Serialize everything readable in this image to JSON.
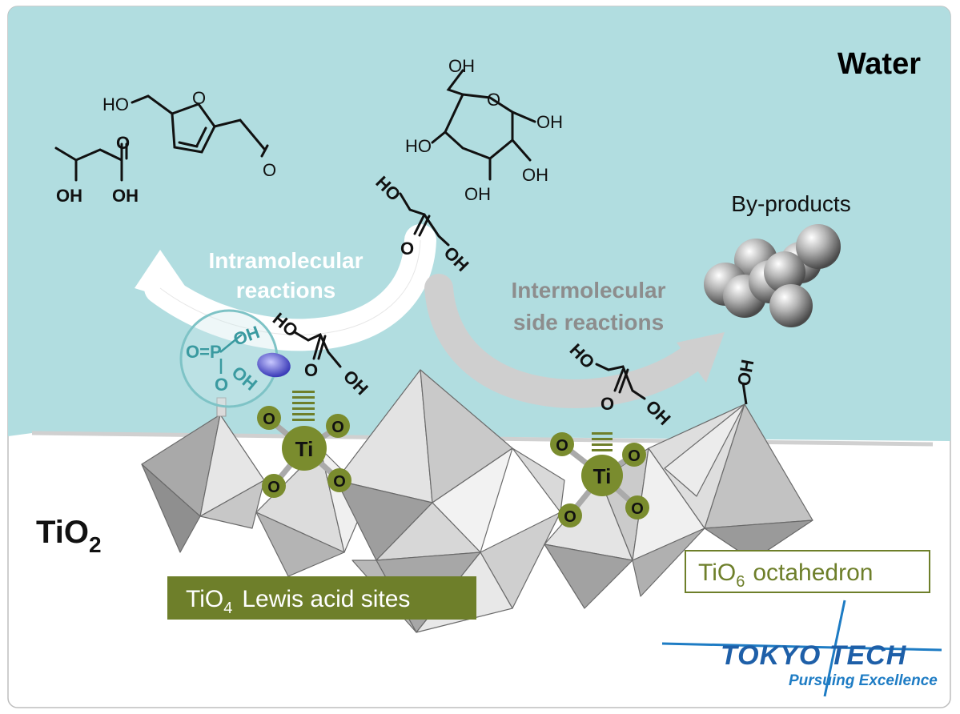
{
  "labels": {
    "water": "Water",
    "tio2_main": "TiO",
    "tio2_sub": "2",
    "byproducts": "By-products",
    "intra_line1": "Intramolecular",
    "intra_line2": "reactions",
    "inter_line1": "Intermolecular",
    "inter_line2": "side reactions",
    "tio4_main": "TiO",
    "tio4_sub": "4",
    "tio4_rest": "Lewis acid sites",
    "tio6_main": "TiO",
    "tio6_sub": "6",
    "tio6_rest": "octahedron",
    "ti": "Ti",
    "o": "O",
    "oh": "OH",
    "ho": "HO",
    "oh_surface": "OH",
    "phosphate_top": "O=P",
    "phosphate_oh1": "OH",
    "phosphate_oh2": "OH",
    "phosphate_o": "O"
  },
  "logo": {
    "brand": "TOKYO TECH",
    "tagline": "Pursuing Excellence"
  },
  "colors": {
    "water_bg": "#b1dde0",
    "olive": "#6e7f2a",
    "oxygen": "#7a8c2e",
    "teal": "#3a9aa0",
    "arrow_gray": "#cfcfcf",
    "logo_blue": "#1e7cc4"
  }
}
